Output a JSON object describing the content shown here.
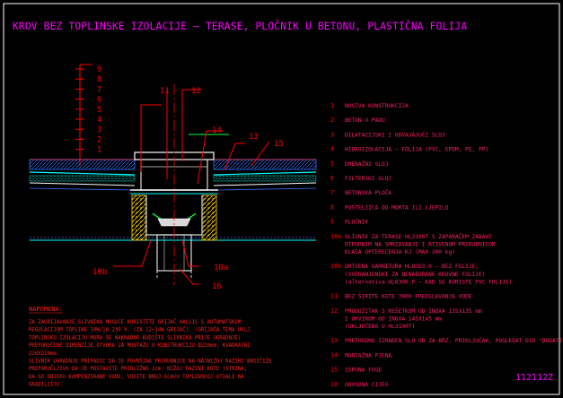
{
  "title": "KROV BEZ TOPLINSKE IZOLACIJE – TERASE, PLOČNIK U BETONU, PLASTIČNA FOLIJA",
  "colors": {
    "background": "#000000",
    "title": "#ff00ff",
    "border": "#ffffff",
    "leader": "#ff0000",
    "legend_number": "#ff0000",
    "legend_text": "#ff2060",
    "notes": "#ff2020",
    "water": "#3070ff",
    "membrane": "#00ffff",
    "gravel": "#00a8a0",
    "insulation": "#ffd000",
    "drain": "#d8d8d8",
    "green_edge": "#00ff40",
    "code": "#ff00ff"
  },
  "scale_ticks": [
    "9",
    "8",
    "7",
    "6",
    "5",
    "4",
    "3",
    "2",
    "1"
  ],
  "callouts": {
    "c11": "11",
    "c12": "12",
    "c13": "13",
    "c14": "14",
    "c15": "15",
    "c10b": "10b",
    "c10a": "10a",
    "c16": "16"
  },
  "legend": [
    {
      "num": "1",
      "lines": [
        "NOSIVA KONSTRUKCIJA"
      ]
    },
    {
      "num": "2",
      "lines": [
        "BETON U PADU"
      ]
    },
    {
      "num": "3",
      "lines": [
        "DILATACIJSKI I ODVAJAJUĆI SLOJ"
      ]
    },
    {
      "num": "4",
      "lines": [
        "HIDROIZOLACIJA – FOLIJA (PVC, EPDM, PE, PP)"
      ]
    },
    {
      "num": "5",
      "lines": [
        "DRENAŽNI SLOJ"
      ]
    },
    {
      "num": "6",
      "lines": [
        "FILTERSKI SLOJ"
      ]
    },
    {
      "num": "7",
      "lines": [
        "BETONSKA PLOČA"
      ]
    },
    {
      "num": "8",
      "lines": [
        "POSTELJICA OD MORTA ILI LJEPILO"
      ]
    },
    {
      "num": "9",
      "lines": [
        "PLOČNIK"
      ]
    },
    {
      "num": "10a",
      "lines": [
        "SLIVNIK ZA TERASE HL3100T S ZAPARAČEM ZABAHI",
        "OTPORNIM NA SMRZAVANJE I RTIVENOM PRIRUBNICOM",
        "KLASA OPTERECENJA KJ (MAX 300 kg)"
      ]
    },
    {
      "num": "10b",
      "lines": [
        "ORTVENA GARNITURA HL83O3.0 – BEZ FOLIJE,",
        "(SVEHANJENSKI ZA NENABORANE KROVNE FOLIJE)",
        "(alternativa HL8300.P – KAD SE KORISTE PVC FOLIJE)"
      ]
    },
    {
      "num": "11",
      "lines": [
        "BEZ ŠIRITE KOTE 3000 PREDSLAVANJA VODE"
      ]
    },
    {
      "num": "12",
      "lines": [
        "PRODUŽITAK S REŠETKOM OD INOXA 135X135 mm",
        "I OKVIROM OD INOXA 145X145 mm",
        "(UKLJUČENO U HL3100T)"
      ]
    },
    {
      "num": "13",
      "lines": [
        "PRETHODNO IZRAĐEN SLO OD ZA BRZ. PRIKLJUČAK, POGLEDAT DIO \"DODATI\""
      ]
    },
    {
      "num": "14",
      "lines": [
        "MONTAŽNA PJENA"
      ]
    },
    {
      "num": "15",
      "lines": [
        "ISPUNA FUGE"
      ]
    },
    {
      "num": "16",
      "lines": [
        "ODVODNA CIJEV"
      ]
    }
  ],
  "notes_title": "NAPOMENA:",
  "notes": [
    "ZA ZAGRIJAVANJE SLIVNIKA MOGUĆE KORISTITI GRIJAČ HAL11S S AUTOMATSKOM",
    "REGULACIJOM TOPLINE 10W/16 230 V. (ZA 12–14W GRIJAČ). (GRIJAČA TEMA UKLJ.",
    "TOPLINSKU IZOLACIJU MORA SE NAKNADNO KUDIŠTE SLIVNIKA PRIJE UGRADNJE)",
    "PREPORUČENE DIMENZIJE OTVORA ZA MONTAŽU U KONSTRUKCIJU Ø220mm, KVADRATNI",
    "220X220mm.",
    "SLIVNIK UGRADNJE PRIPADIC DA JE POVRŠINA PRIRUBNICE NA NAJNIŽOJ RAZINI BROIČIŽE",
    "PREPORUČLJIVO DA JE POSTAVITE PRIBLIŽNO 1cm. NIŽOJ RAZINI KOTE (STRINA,",
    "DA SE OBJEKU KOMPENZIRANE VODE, VODITE BROJ GLAVU TOPLINSKOJ OTVALI NA",
    "GRADILIŠTU."
  ],
  "drawing_code": "112112Z"
}
